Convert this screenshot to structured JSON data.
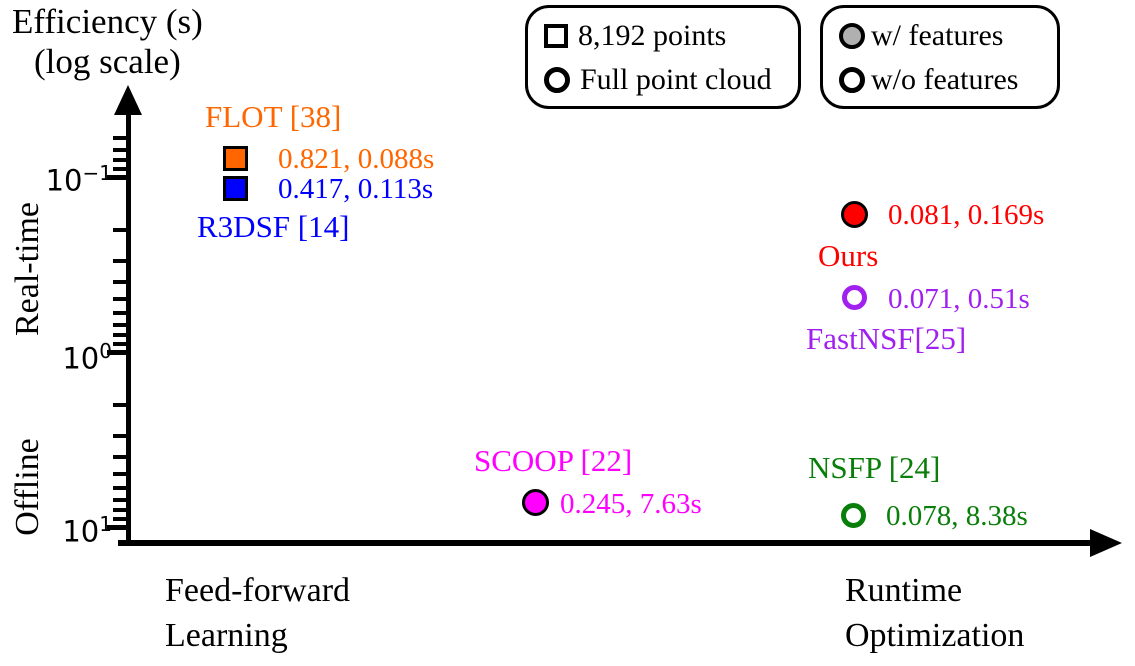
{
  "figure_title": {
    "line1": "Efficiency (s)",
    "line2": "(log scale)"
  },
  "y_axis": {
    "tick_labels": [
      {
        "base": "10",
        "exp": "−1"
      },
      {
        "base": "10",
        "exp": "0"
      },
      {
        "base": "10",
        "exp": "1"
      }
    ],
    "major_tick_values": [
      0.1,
      1,
      10
    ],
    "minor_tick_values": [
      0.06,
      0.07,
      0.08,
      0.09,
      0.2,
      0.3,
      0.4,
      0.5,
      0.6,
      0.7,
      0.8,
      0.9,
      2,
      3,
      4,
      5,
      6,
      7,
      8,
      9
    ],
    "region_label_top": "Real-time",
    "region_label_bottom": "Offline"
  },
  "x_axis": {
    "left_label_line1": "Feed-forward",
    "left_label_line2": "Learning",
    "right_label_line1": "Runtime",
    "right_label_line2": "Optimization"
  },
  "legend_points": {
    "square_label": "8,192 points",
    "circle_label": "Full point cloud"
  },
  "legend_features": {
    "filled_label": "w/ features",
    "open_label": "w/o features",
    "filled_color": "#b0b0b0"
  },
  "points": [
    {
      "label": "FLOT [38]",
      "value_text": "0.821, 0.088s",
      "color": "#ff6600",
      "marker": "filled-square"
    },
    {
      "label": "R3DSF [14]",
      "value_text": "0.417, 0.113s",
      "color": "#0000ff",
      "marker": "filled-square"
    },
    {
      "label": "Ours",
      "value_text": "0.081, 0.169s",
      "color": "#ff0000",
      "marker": "filled-circle"
    },
    {
      "label": "FastNSF[25]",
      "value_text": "0.071, 0.51s",
      "color": "#a020f0",
      "marker": "open-circle"
    },
    {
      "label": "SCOOP [22]",
      "value_text": "0.245, 7.63s",
      "color": "#ff00ff",
      "marker": "filled-circle"
    },
    {
      "label": "NSFP [24]",
      "value_text": "0.078, 8.38s",
      "color": "#0a7e0a",
      "marker": "open-circle"
    }
  ],
  "chart_data": {
    "type": "scatter",
    "title": "Efficiency (s) (log scale)",
    "ylabel": "Efficiency (s), log scale",
    "y_scale": "log",
    "y_tick_labels": [
      "10^-1",
      "10^0",
      "10^1"
    ],
    "y_region_annotations": [
      "Real-time",
      "Offline"
    ],
    "x_categories": [
      "Feed-forward Learning",
      "Runtime Optimization"
    ],
    "legend": {
      "marker_shapes": {
        "square": "8,192 points",
        "circle": "Full point cloud"
      },
      "marker_fills": {
        "gray_filled": "w/ features",
        "open": "w/o features"
      }
    },
    "series": [
      {
        "name": "FLOT [38]",
        "group": "Feed-forward Learning",
        "marker": "filled-square",
        "values": [
          0.821,
          0.088
        ],
        "value_text": "0.821, 0.088s",
        "runtime_s": 0.088,
        "color": "#ff6600"
      },
      {
        "name": "R3DSF [14]",
        "group": "Feed-forward Learning",
        "marker": "filled-square",
        "values": [
          0.417,
          0.113
        ],
        "value_text": "0.417, 0.113s",
        "runtime_s": 0.113,
        "color": "#0000ff"
      },
      {
        "name": "Ours",
        "group": "Runtime Optimization",
        "marker": "filled-circle",
        "values": [
          0.081,
          0.169
        ],
        "value_text": "0.081, 0.169s",
        "runtime_s": 0.169,
        "color": "#ff0000"
      },
      {
        "name": "FastNSF[25]",
        "group": "Runtime Optimization",
        "marker": "open-circle",
        "values": [
          0.071,
          0.51
        ],
        "value_text": "0.071, 0.51s",
        "runtime_s": 0.51,
        "color": "#a020f0"
      },
      {
        "name": "SCOOP [22]",
        "group": "Feed-forward Learning",
        "marker": "filled-circle",
        "values": [
          0.245,
          7.63
        ],
        "value_text": "0.245, 7.63s",
        "runtime_s": 7.63,
        "color": "#ff00ff"
      },
      {
        "name": "NSFP [24]",
        "group": "Runtime Optimization",
        "marker": "open-circle",
        "values": [
          0.078,
          8.38
        ],
        "value_text": "0.078, 8.38s",
        "runtime_s": 8.38,
        "color": "#0a7e0a"
      }
    ]
  }
}
